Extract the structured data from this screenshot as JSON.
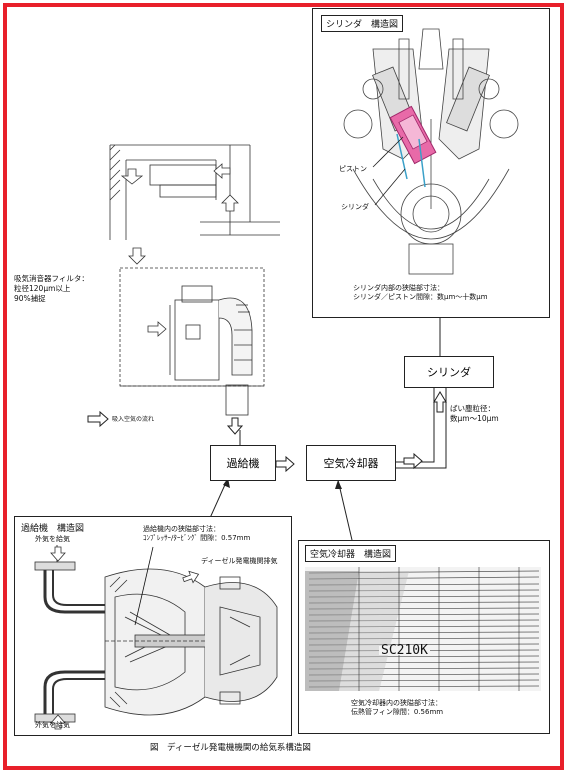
{
  "frame_color": "#e8202a",
  "cylinder_panel": {
    "title": "シリンダ　構造図",
    "labels": [
      "ピストン",
      "シリンダ"
    ],
    "notes": [
      "シリンダ内部の狭隘部寸法：",
      "シリンダ／ピストン間隙：数μm～十数μm"
    ]
  },
  "intake_diagram": {
    "filter_note": [
      "吸気消音器フィルタ：",
      "粒径120μm以上",
      "90%捕捉"
    ],
    "flow_legend": "吸入空気の流れ"
  },
  "flow_boxes": {
    "turbocharger": "過給機",
    "air_cooler": "空気冷却器",
    "cylinder": "シリンダ"
  },
  "particle_note": [
    "ばい塵粒径：",
    "数μm～10μm"
  ],
  "turbo_panel": {
    "title": "過給機　構造図",
    "notes": [
      "過給機内の狭隘部寸法：",
      "ｺﾝﾌﾟﾚｯｻｰ/ﾀｰﾋﾞﾝｸﾞ 間隙：0.57mm"
    ],
    "labels": [
      "外気を給気",
      "ディーゼル発電機関排気",
      "外気を給気"
    ]
  },
  "cooler_panel": {
    "title": "空気冷却器　構造図",
    "stamp": "SC210K",
    "notes": [
      "空気冷却器内の狭隘部寸法：",
      "伝熱管フィン隙間：0.56mm"
    ]
  },
  "caption": "図　ディーゼル発電機機関の給気系構造図"
}
